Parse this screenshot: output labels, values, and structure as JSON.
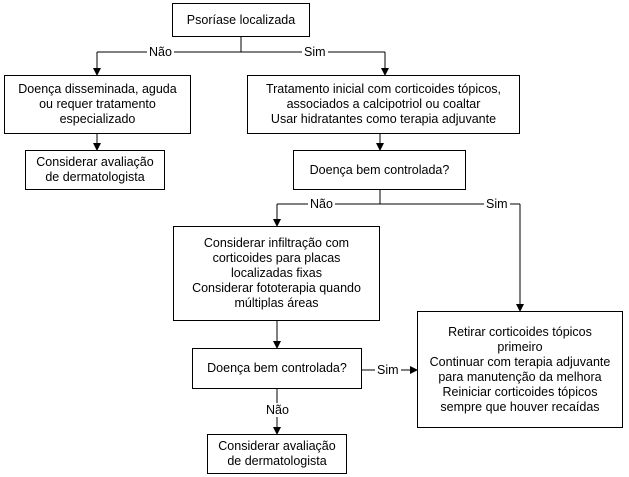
{
  "diagram": {
    "nodes": {
      "start": "Psoríase localizada",
      "disseminated": "Doença disseminada, aguda\nou requer tratamento\nespecializado",
      "derm_left": "Considerar avaliação\nde dermatologista",
      "initial_treatment": "Tratamento inicial com corticoides tópicos,\nassociados a calcipotriol ou coaltar\nUsar hidratantes como terapia adjuvante",
      "controlled_1": "Doença bem controlada?",
      "infiltration": "Considerar infiltração com\ncorticoides para placas\nlocalizadas fixas\nConsiderar fototerapia quando\nmúltiplas áreas",
      "controlled_2": "Doença bem controlada?",
      "derm_bottom": "Considerar avaliação\nde dermatologista",
      "withdraw": "Retirar corticoides tópicos\nprimeiro\nContinuar com terapia adjuvante\npara manutenção da melhora\nReiniciar corticoides tópicos\nsempre que houver recaídas"
    },
    "labels": {
      "no_1": "Não",
      "yes_1": "Sim",
      "no_2": "Não",
      "yes_2": "Sim",
      "yes_3": "Sim",
      "no_3": "Não"
    }
  }
}
